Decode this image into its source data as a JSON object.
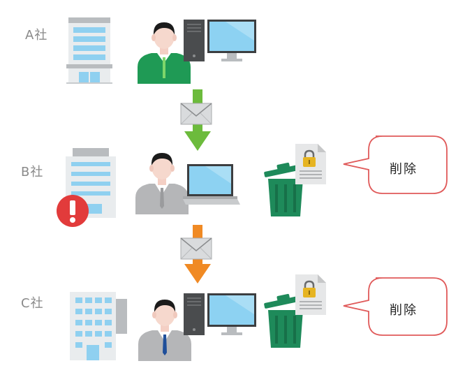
{
  "companies": [
    {
      "label": "A社"
    },
    {
      "label": "B社"
    },
    {
      "label": "C社"
    }
  ],
  "bubbles": [
    {
      "label": "削除"
    },
    {
      "label": "削除"
    }
  ],
  "colors": {
    "green_shirt": "#1f9a55",
    "gray_suit": "#b5b6b8",
    "arrow_green": "#6cbb3c",
    "arrow_orange": "#f08a24",
    "trash_green": "#1e8a5a",
    "warning_red": "#e23b3b",
    "bubble_border": "#e05a5a",
    "building_blue": "#8fd0f0"
  }
}
